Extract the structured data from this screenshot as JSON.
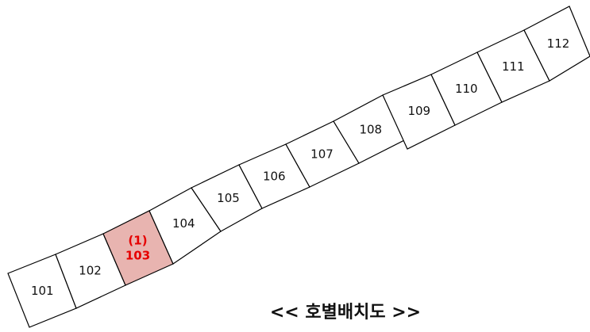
{
  "caption": "<< 호별배치도 >>",
  "colors": {
    "highlight_fill": "#e8b4b0",
    "highlight_text": "#e60000",
    "outline": "#000000"
  },
  "units": [
    {
      "number": "101"
    },
    {
      "number": "102"
    },
    {
      "number": "103",
      "marker": "(1)",
      "highlighted": true
    },
    {
      "number": "104"
    },
    {
      "number": "105"
    },
    {
      "number": "106"
    },
    {
      "number": "107"
    },
    {
      "number": "108"
    },
    {
      "number": "109"
    },
    {
      "number": "110"
    },
    {
      "number": "111"
    },
    {
      "number": "112"
    }
  ]
}
